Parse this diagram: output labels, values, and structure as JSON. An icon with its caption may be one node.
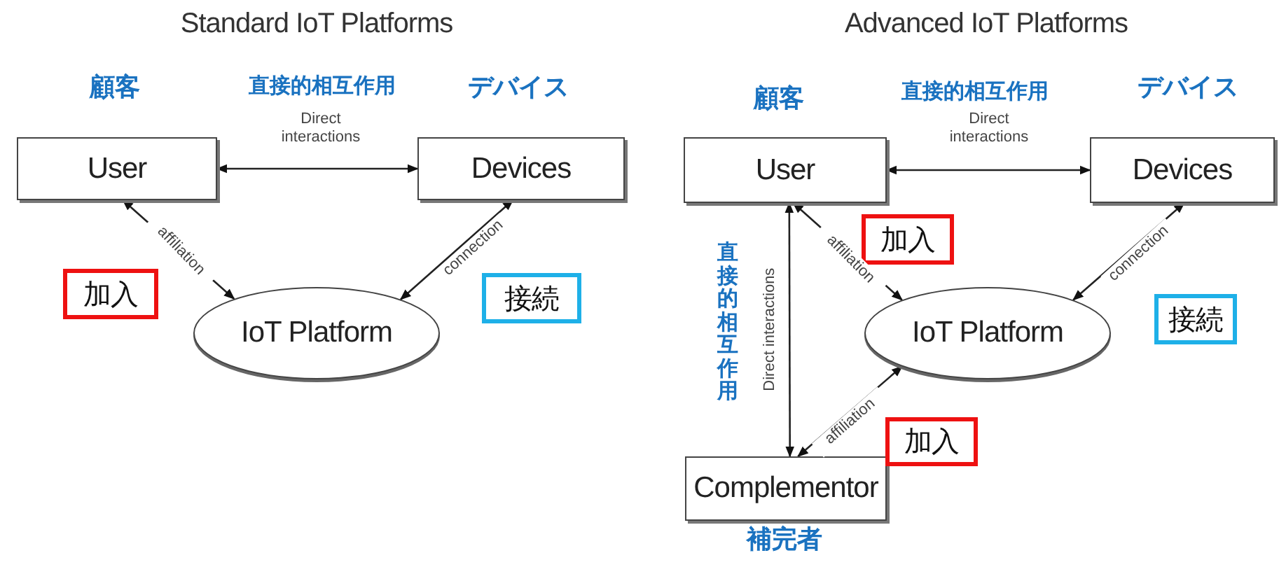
{
  "diagram": {
    "nodes": [
      {
        "text": [
          "User"
        ],
        "beside": [
          "顧客"
        ]
      },
      {
        "text": [
          "Devices"
        ],
        "beside": [
          "デバイス"
        ]
      },
      {
        "text": [
          "IoT Platform"
        ]
      },
      {
        "text": [
          "加入"
        ]
      },
      {
        "text": [
          "接続"
        ]
      },
      {
        "text": [
          "User"
        ],
        "beside": [
          "顧客"
        ]
      },
      {
        "text": [
          "Devices"
        ],
        "beside": [
          "デバイス"
        ]
      },
      {
        "text": [
          "IoT Platform"
        ]
      },
      {
        "text": [
          "Complementor"
        ],
        "beside": [
          "補完者"
        ]
      },
      {
        "text": [
          "加入"
        ]
      },
      {
        "text": [
          "接続"
        ]
      },
      {
        "text": [
          "加入"
        ]
      }
    ],
    "edges": [
      {
        "from": 0,
        "to": 1,
        "arrow": "both",
        "label": "Direct interactions"
      },
      {
        "from": 0,
        "to": 2,
        "arrow": "both",
        "label": "affiliation"
      },
      {
        "from": 1,
        "to": 2,
        "arrow": "both",
        "label": "connection"
      },
      {
        "from": 5,
        "to": 6,
        "arrow": "both",
        "label": "Direct interactions"
      },
      {
        "from": 5,
        "to": 7,
        "arrow": "both",
        "label": "affiliation"
      },
      {
        "from": 6,
        "to": 7,
        "arrow": "both",
        "label": "connection"
      },
      {
        "from": 5,
        "to": 8,
        "arrow": "both",
        "label": "Direct interactions"
      },
      {
        "from": 8,
        "to": 7,
        "arrow": "both",
        "label": "affiliation"
      }
    ],
    "labels": [
      "Standard IoT Platforms",
      "Advanced IoT Platforms",
      "直接的相互作用",
      "直接的相互作用",
      "直接的相互作用"
    ]
  }
}
